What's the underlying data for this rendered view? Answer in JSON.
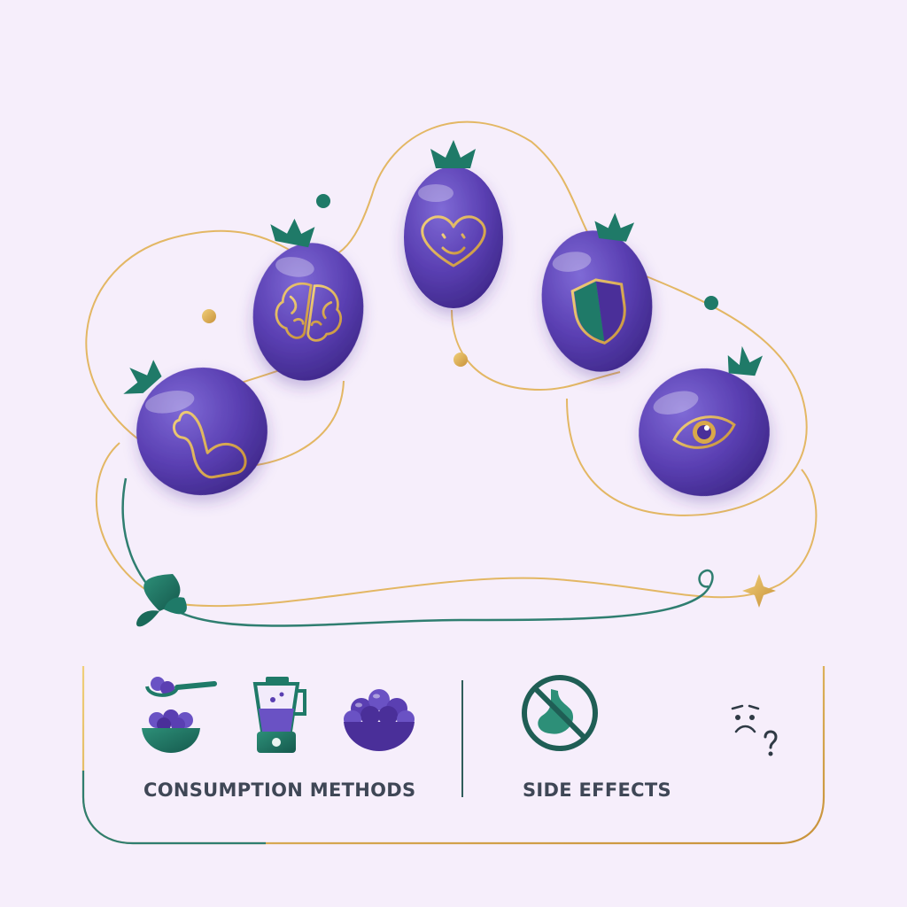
{
  "benefits": [
    {
      "icon": "muscle-arm-icon",
      "meaning": "muscle strength"
    },
    {
      "icon": "brain-icon",
      "meaning": "brain health"
    },
    {
      "icon": "heart-icon",
      "meaning": "heart health"
    },
    {
      "icon": "shield-icon",
      "meaning": "immunity"
    },
    {
      "icon": "eye-icon",
      "meaning": "eye health"
    }
  ],
  "consumption": {
    "label": "CONSUMPTION METHODS",
    "icons": [
      "spoon-bowl-icon",
      "blender-icon",
      "berry-bowl-icon"
    ]
  },
  "side_effects": {
    "label": "SIDE EFFECTS",
    "icons": [
      "no-stomach-icon",
      "confused-face-icon"
    ]
  },
  "colors": {
    "background": "#f6eefb",
    "berry": "#5b3fb0",
    "berry_dark": "#3f2a8a",
    "gold": "#d9a84a",
    "leaf": "#1f7a68"
  }
}
